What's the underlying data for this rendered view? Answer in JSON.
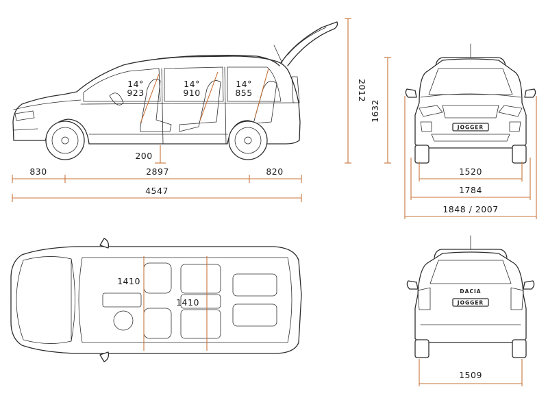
{
  "colors": {
    "line": "#2c2c2c",
    "dimension": "#c8743a",
    "text": "#1a1a1a",
    "background": "#ffffff"
  },
  "side_view": {
    "row_labels": [
      {
        "angle": "14°",
        "length": "923"
      },
      {
        "angle": "14°",
        "length": "910"
      },
      {
        "angle": "14°",
        "length": "855"
      }
    ],
    "height": "2012",
    "ground_clearance": "200",
    "front_overhang": "830",
    "wheelbase": "2897",
    "rear_overhang": "820",
    "overall_length": "4547"
  },
  "front_view": {
    "height": "1632",
    "track": "1520",
    "body_width": "1784",
    "mirror_width": "1848 / 2007",
    "badge": "JOGGER"
  },
  "top_view": {
    "width_row1": "1410",
    "width_row2": "1410"
  },
  "rear_view": {
    "track": "1509",
    "brand": "DACIA",
    "badge": "JOGGER"
  }
}
